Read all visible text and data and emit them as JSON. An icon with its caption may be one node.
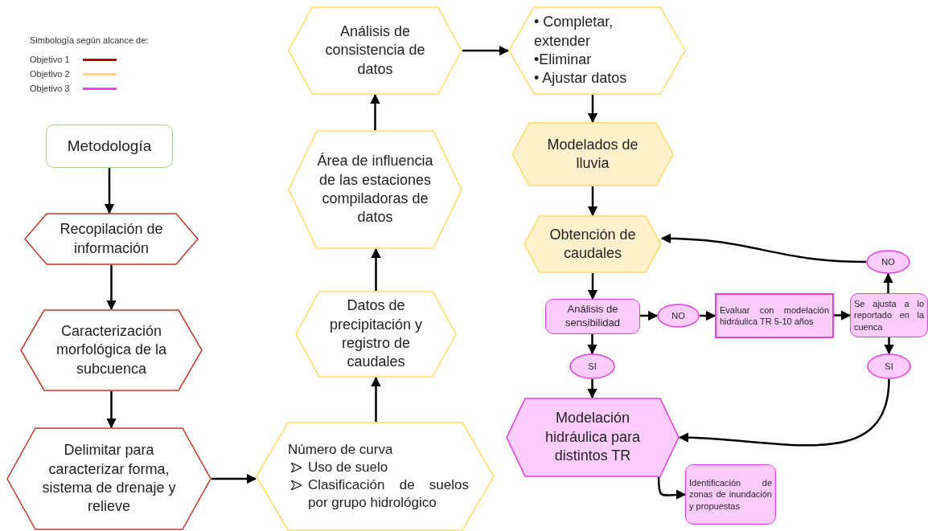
{
  "diagram": {
    "nodes": [
      {
        "text": [
          "Metodología"
        ]
      },
      {
        "text": [
          "Recopilación de información"
        ]
      },
      {
        "text": [
          "Caracterización morfológica de la subcuenca"
        ]
      },
      {
        "text": [
          "Delimitar para caracterizar forma, sistema de drenaje y relieve"
        ]
      },
      {
        "text": [
          "Número de curva",
          "Uso de suelo",
          "Clasificación de suelos por grupo hidrológico"
        ]
      },
      {
        "text": [
          "Datos de precipitación y registro de caudales"
        ]
      },
      {
        "text": [
          "Área de influencia de las estaciones compiladoras de datos"
        ]
      },
      {
        "text": [
          "Análisis de consistencia de datos"
        ]
      },
      {
        "text": [
          "• Completar, extender",
          "•Eliminar",
          "• Ajustar datos"
        ]
      },
      {
        "text": [
          "Modelados de lluvia"
        ]
      },
      {
        "text": [
          "Obtención de caudales"
        ]
      },
      {
        "text": [
          "Análisis de sensibilidad"
        ]
      },
      {
        "text": [
          "NO"
        ]
      },
      {
        "text": [
          "Evaluar con modelación hidráulica TR 5-10 años"
        ]
      },
      {
        "text": [
          "Se ajusta a lo reportado en la cuenca"
        ]
      },
      {
        "text": [
          "NO"
        ]
      },
      {
        "text": [
          "SI"
        ]
      },
      {
        "text": [
          "SI"
        ]
      },
      {
        "text": [
          "Modelación hidráulica para distintos TR"
        ]
      },
      {
        "text": [
          "Identificación de zonas de inundación y propuestas"
        ]
      }
    ],
    "edges": [
      {
        "from": 0,
        "to": 1,
        "arrow": "to"
      },
      {
        "from": 1,
        "to": 2,
        "arrow": "to"
      },
      {
        "from": 2,
        "to": 3,
        "arrow": "to"
      },
      {
        "from": 3,
        "to": 4,
        "arrow": "to"
      },
      {
        "from": 4,
        "to": 5,
        "arrow": "to"
      },
      {
        "from": 5,
        "to": 6,
        "arrow": "to"
      },
      {
        "from": 6,
        "to": 7,
        "arrow": "to"
      },
      {
        "from": 7,
        "to": 8,
        "arrow": "to"
      },
      {
        "from": 8,
        "to": 9,
        "arrow": "to"
      },
      {
        "from": 9,
        "to": 10,
        "arrow": "to"
      },
      {
        "from": 10,
        "to": 11,
        "arrow": "to"
      },
      {
        "from": 11,
        "to": 12,
        "arrow": "to"
      },
      {
        "from": 12,
        "to": 13,
        "arrow": "to"
      },
      {
        "from": 13,
        "to": 14,
        "arrow": "to"
      },
      {
        "from": 14,
        "to": 15,
        "arrow": "to"
      },
      {
        "from": 15,
        "to": 10,
        "arrow": "to"
      },
      {
        "from": 11,
        "to": 16,
        "arrow": "to"
      },
      {
        "from": 16,
        "to": 18,
        "arrow": "to"
      },
      {
        "from": 14,
        "to": 17,
        "arrow": "to"
      },
      {
        "from": 17,
        "to": 18,
        "arrow": "to"
      },
      {
        "from": 18,
        "to": 19,
        "arrow": "to"
      }
    ],
    "labels": [
      "Simbología según alcance de:"
    ],
    "legend": [
      {
        "text": "Objetivo 1",
        "color": "#c00000"
      },
      {
        "text": "Objetivo 2",
        "color": "#ffd966"
      },
      {
        "text": "Objetivo 3",
        "color": "#ee44dd"
      }
    ]
  }
}
